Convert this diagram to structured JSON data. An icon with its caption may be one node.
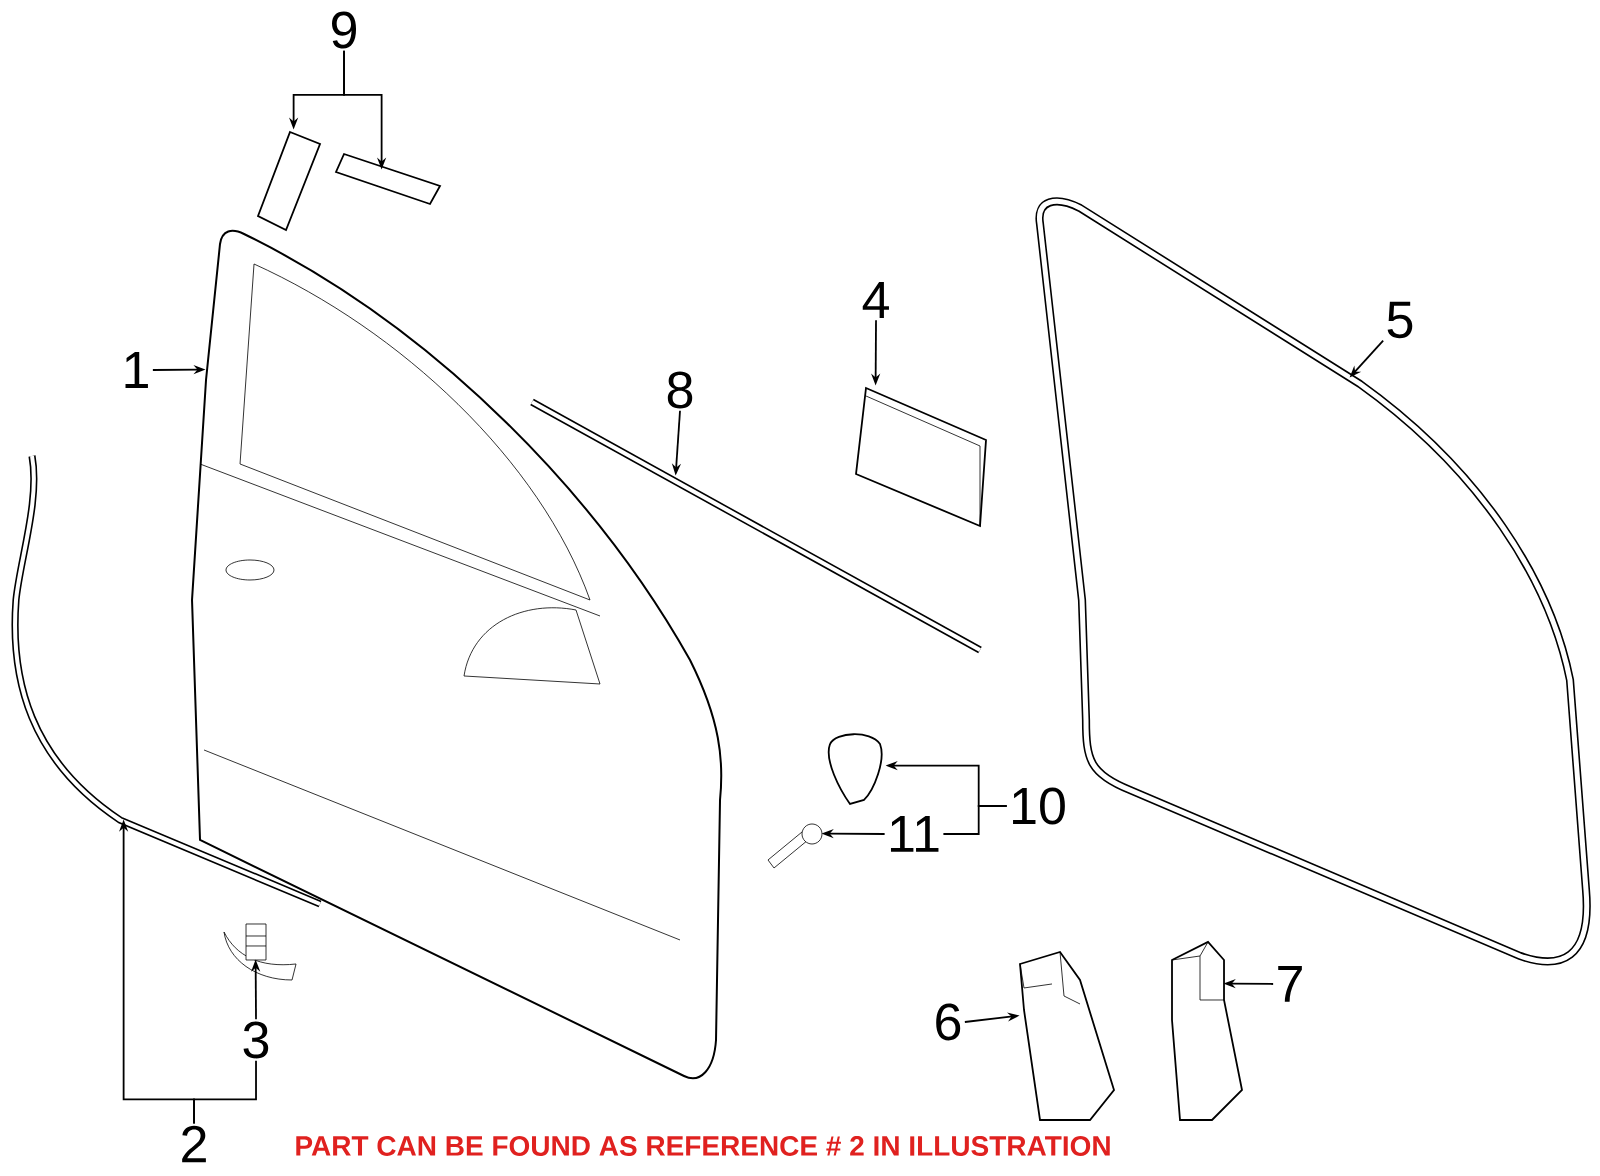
{
  "diagram": {
    "caption": "PART CAN BE FOUND AS REFERENCE # 2 IN ILLUSTRATION",
    "nodes": [
      {
        "text": [
          "1"
        ]
      },
      {
        "text": [],
        "shape": "picture"
      },
      {
        "text": [
          "9"
        ]
      },
      {
        "text": [],
        "shape": "picture"
      },
      {
        "text": [],
        "shape": "picture"
      },
      {
        "text": [
          "8"
        ]
      },
      {
        "text": [],
        "shape": "picture"
      },
      {
        "text": [
          "4"
        ]
      },
      {
        "text": [],
        "shape": "picture"
      },
      {
        "text": [
          "5"
        ]
      },
      {
        "text": [],
        "shape": "picture"
      },
      {
        "text": [],
        "shape": "picture"
      },
      {
        "text": [],
        "shape": "picture"
      },
      {
        "text": [
          "3"
        ]
      },
      {
        "text": [
          "2"
        ]
      },
      {
        "text": [],
        "shape": "picture"
      },
      {
        "text": [],
        "shape": "picture"
      },
      {
        "text": [
          "10"
        ]
      },
      {
        "text": [
          "11"
        ]
      },
      {
        "text": [],
        "shape": "picture"
      },
      {
        "text": [
          "6"
        ]
      },
      {
        "text": [],
        "shape": "picture"
      },
      {
        "text": [
          "7"
        ]
      }
    ],
    "edges": [
      {
        "from": 0,
        "to": 1,
        "arrow": "to"
      },
      {
        "from": 2,
        "to": 3,
        "arrow": "to"
      },
      {
        "from": 2,
        "to": 4,
        "arrow": "to"
      },
      {
        "from": 5,
        "to": 6,
        "arrow": "to"
      },
      {
        "from": 7,
        "to": 8,
        "arrow": "to"
      },
      {
        "from": 9,
        "to": 10,
        "arrow": "to"
      },
      {
        "from": 14,
        "to": 11,
        "arrow": "to"
      },
      {
        "from": 14,
        "to": 13,
        "arrow": "none"
      },
      {
        "from": 13,
        "to": 12,
        "arrow": "to"
      },
      {
        "from": 17,
        "to": 15,
        "arrow": "to"
      },
      {
        "from": 17,
        "to": 18,
        "arrow": "none"
      },
      {
        "from": 18,
        "to": 16,
        "arrow": "to"
      },
      {
        "from": 20,
        "to": 19,
        "arrow": "to"
      },
      {
        "from": 22,
        "to": 21,
        "arrow": "to"
      }
    ]
  }
}
